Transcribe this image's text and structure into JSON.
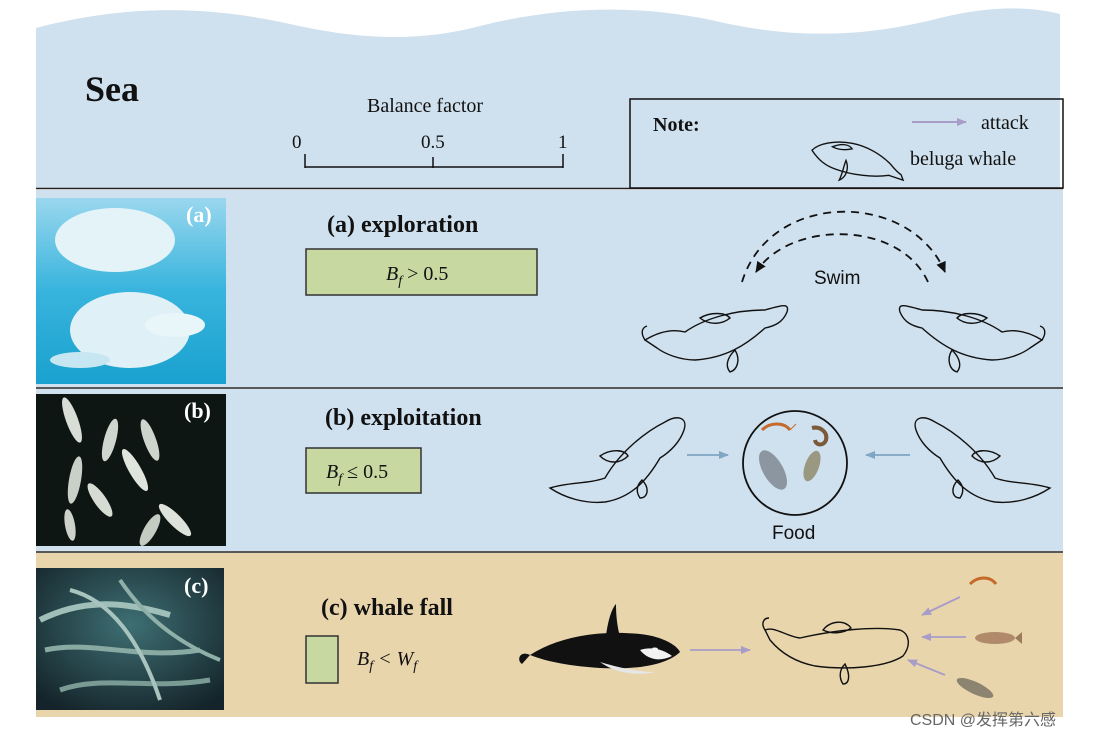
{
  "header": {
    "title": "Sea",
    "balance_factor_label": "Balance factor",
    "scale_ticks": [
      "0",
      "0.5",
      "1"
    ]
  },
  "note": {
    "label": "Note:",
    "attack_label": "attack",
    "beluga_label": "beluga whale"
  },
  "sections": [
    {
      "photo_label": "(a)",
      "title": "(a) exploration",
      "condition": "Bf > 0.5",
      "condition_parts": [
        "B",
        "f",
        " > 0.5"
      ],
      "diagram_label": "Swim"
    },
    {
      "photo_label": "(b)",
      "title": "(b) exploitation",
      "condition": "Bf ≤ 0.5",
      "condition_parts": [
        "B",
        "f",
        " ≤ 0.5"
      ],
      "diagram_label": "Food"
    },
    {
      "photo_label": "(c)",
      "title": "(c) whale fall",
      "condition": "Bf < Wf",
      "condition_parts": [
        "B",
        "f",
        " < W",
        "f"
      ]
    }
  ],
  "watermark": "CSDN @发挥第六感",
  "colors": {
    "sea_blue": "#cfe0ee",
    "sand": "#e8d5ac",
    "formula_green": "#c7d9a0",
    "attack_arrow": "#a89cc8",
    "food_arrow": "#7fa6c2"
  }
}
